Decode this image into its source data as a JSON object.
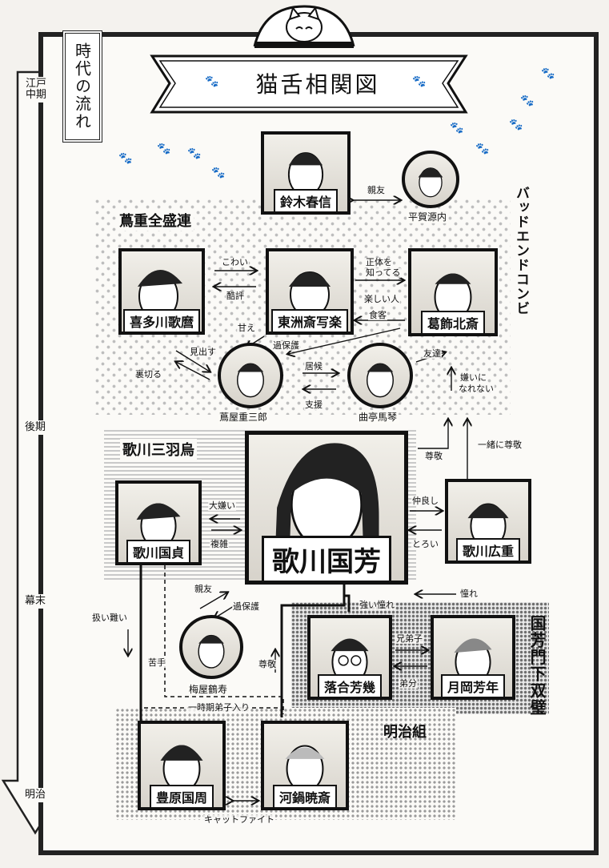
{
  "title": "猫舌相関図",
  "timeline": {
    "label": "時代の流れ",
    "eras": [
      "江戸中期",
      "後期",
      "幕末",
      "明治"
    ]
  },
  "groups": {
    "tsutaju": "蔦重全盛連",
    "bad_end": "バッドエンドコンビ",
    "sanbagarasu": "歌川三羽烏",
    "sohe": "国芳門下双璧",
    "meiji": "明治組"
  },
  "characters": {
    "harunobu": "鈴木春信",
    "gennai": "平賀源内",
    "utamaro": "喜多川歌麿",
    "sharaku": "東洲斎写楽",
    "hokusai": "葛飾北斎",
    "juzaburo": "蔦屋重三郎",
    "bakin": "曲亭馬琴",
    "kunisada": "歌川国貞",
    "kuniyoshi": "歌川国芳",
    "hiroshige": "歌川広重",
    "kakuju": "梅屋鶴寿",
    "yoshiiku": "落合芳幾",
    "yoshitoshi": "月岡芳年",
    "chikanobu": "豊原国周",
    "kyosai": "河鍋暁斎"
  },
  "relations": {
    "shinyu_top": "親友",
    "kowai": "こわい",
    "kokuhyo": "酷評",
    "shotai_1": "正体を",
    "shotai_2": "知ってる",
    "tanoshii": "楽しい人",
    "shokkaku": "食客",
    "amae": "甘え",
    "kahogo_top": "過保護",
    "midasu": "見出す",
    "uragiru": "裏切る",
    "iso": "居候",
    "shien": "支援",
    "tomodachi": "友達",
    "kirai_1": "嫌いに",
    "kirai_2": "なれない",
    "sonkei_right": "尊敬",
    "issho": "一緒に尊敬",
    "daikirai": "大嫌い",
    "fukuzatsu": "複雑",
    "nakayoshi": "仲良し",
    "torori": "とろい",
    "akogare": "憧れ",
    "tsuyoi_akogare": "強い憧れ",
    "shinyu_mid": "親友",
    "kahogo_mid": "過保護",
    "atsukai": "扱い難い",
    "nigate": "苦手",
    "sonkei_left": "尊敬",
    "kyodai": "兄弟子",
    "otobun": "弟分",
    "ichiji": "一時期弟子入り",
    "catfight": "キャットファイト"
  }
}
